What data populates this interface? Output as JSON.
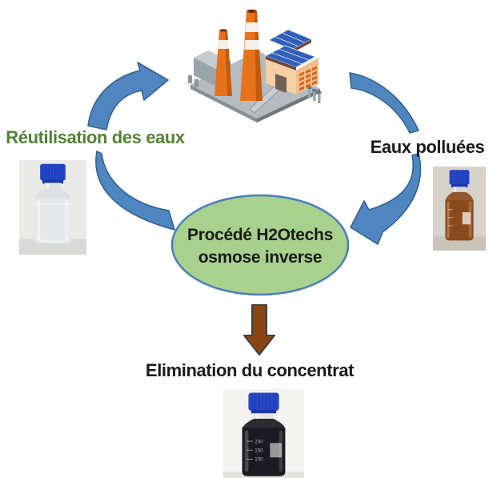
{
  "labels": {
    "reuse": "Réutilisation des eaux",
    "polluted": "Eaux polluées",
    "process_line1": "Procédé H2Otechs",
    "process_line2": "osmose inverse",
    "elimination": "Elimination du concentrat"
  },
  "process_ellipse": {
    "fill": "#A9D18E",
    "border": "#4A7EBB",
    "text_color": "#1A1A1A"
  },
  "colors": {
    "background": "#FFFFFF",
    "reuse_text": "#538135",
    "polluted_text": "#1A1A1A",
    "elimination_text": "#1A1A1A",
    "arrow_blue_fill": "#4F86C0",
    "arrow_blue_stroke": "#35618F",
    "arrow_brown_fill": "#8B4513",
    "arrow_brown_stroke": "#3F3F3F"
  },
  "icons": {
    "factory": "factory-icon",
    "clean_bottle": "clean-water-bottle-photo",
    "polluted_bottle": "polluted-water-bottle-photo",
    "concentrate_bottle": "concentrate-bottle-photo"
  },
  "bottles": {
    "clean": {
      "photo_bg": "#EAEAE8",
      "surface": "#D9D9D5",
      "cap": "#2648C8",
      "liquid": "#E4E8EA",
      "glass": "#DCE1E4"
    },
    "polluted": {
      "photo_bg": "#D8D3CA",
      "surface": "#C9C3B8",
      "cap": "#2648C8",
      "liquid": "#8A4A1C",
      "glass": "#D8D4CC"
    },
    "concentrate": {
      "photo_bg": "#F3F3F1",
      "surface": "#E3E3DF",
      "cap": "#2648C8",
      "liquid": "#1A1A20",
      "glass": "#E6E6E4",
      "graduations": [
        "200",
        "150",
        "100"
      ]
    }
  }
}
